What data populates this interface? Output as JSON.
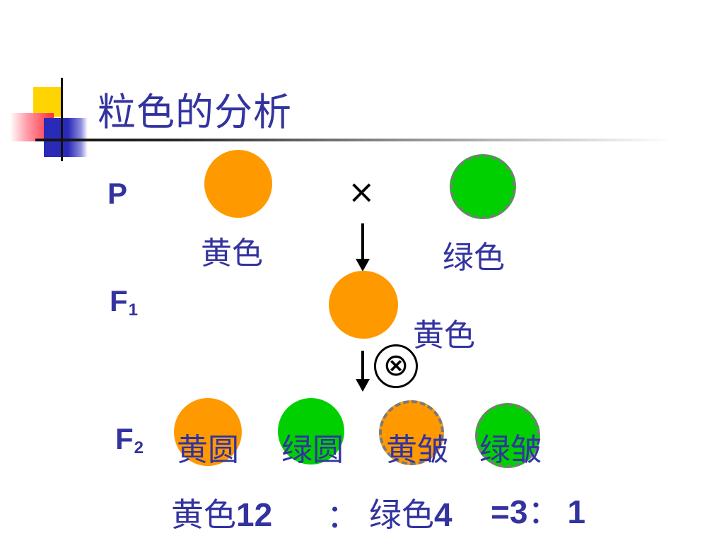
{
  "title": "粒色的分析",
  "generations": {
    "p": "P",
    "f1_letter": "F",
    "f1_sub": "1",
    "f2_letter": "F",
    "f2_sub": "2"
  },
  "parents": {
    "yellow_label": "黄色",
    "green_label": "绿色",
    "cross_symbol": "×"
  },
  "f1": {
    "label": "黄色",
    "self_symbol": "⊗"
  },
  "f2": {
    "phenotypes": [
      "黄圆",
      "绿圆",
      "黄皱",
      "绿皱"
    ]
  },
  "ratio": {
    "yellow_label": "黄色",
    "yellow_count": "12",
    "separator": "：",
    "green_label": "绿色",
    "green_count": "4",
    "equals": "=3",
    "colon": "：",
    "last": "1"
  },
  "colors": {
    "text": "#3333a0",
    "yellow_seed": "#ff9900",
    "green_seed": "#00d000",
    "wrinkle_border": "#7a7a7a"
  }
}
